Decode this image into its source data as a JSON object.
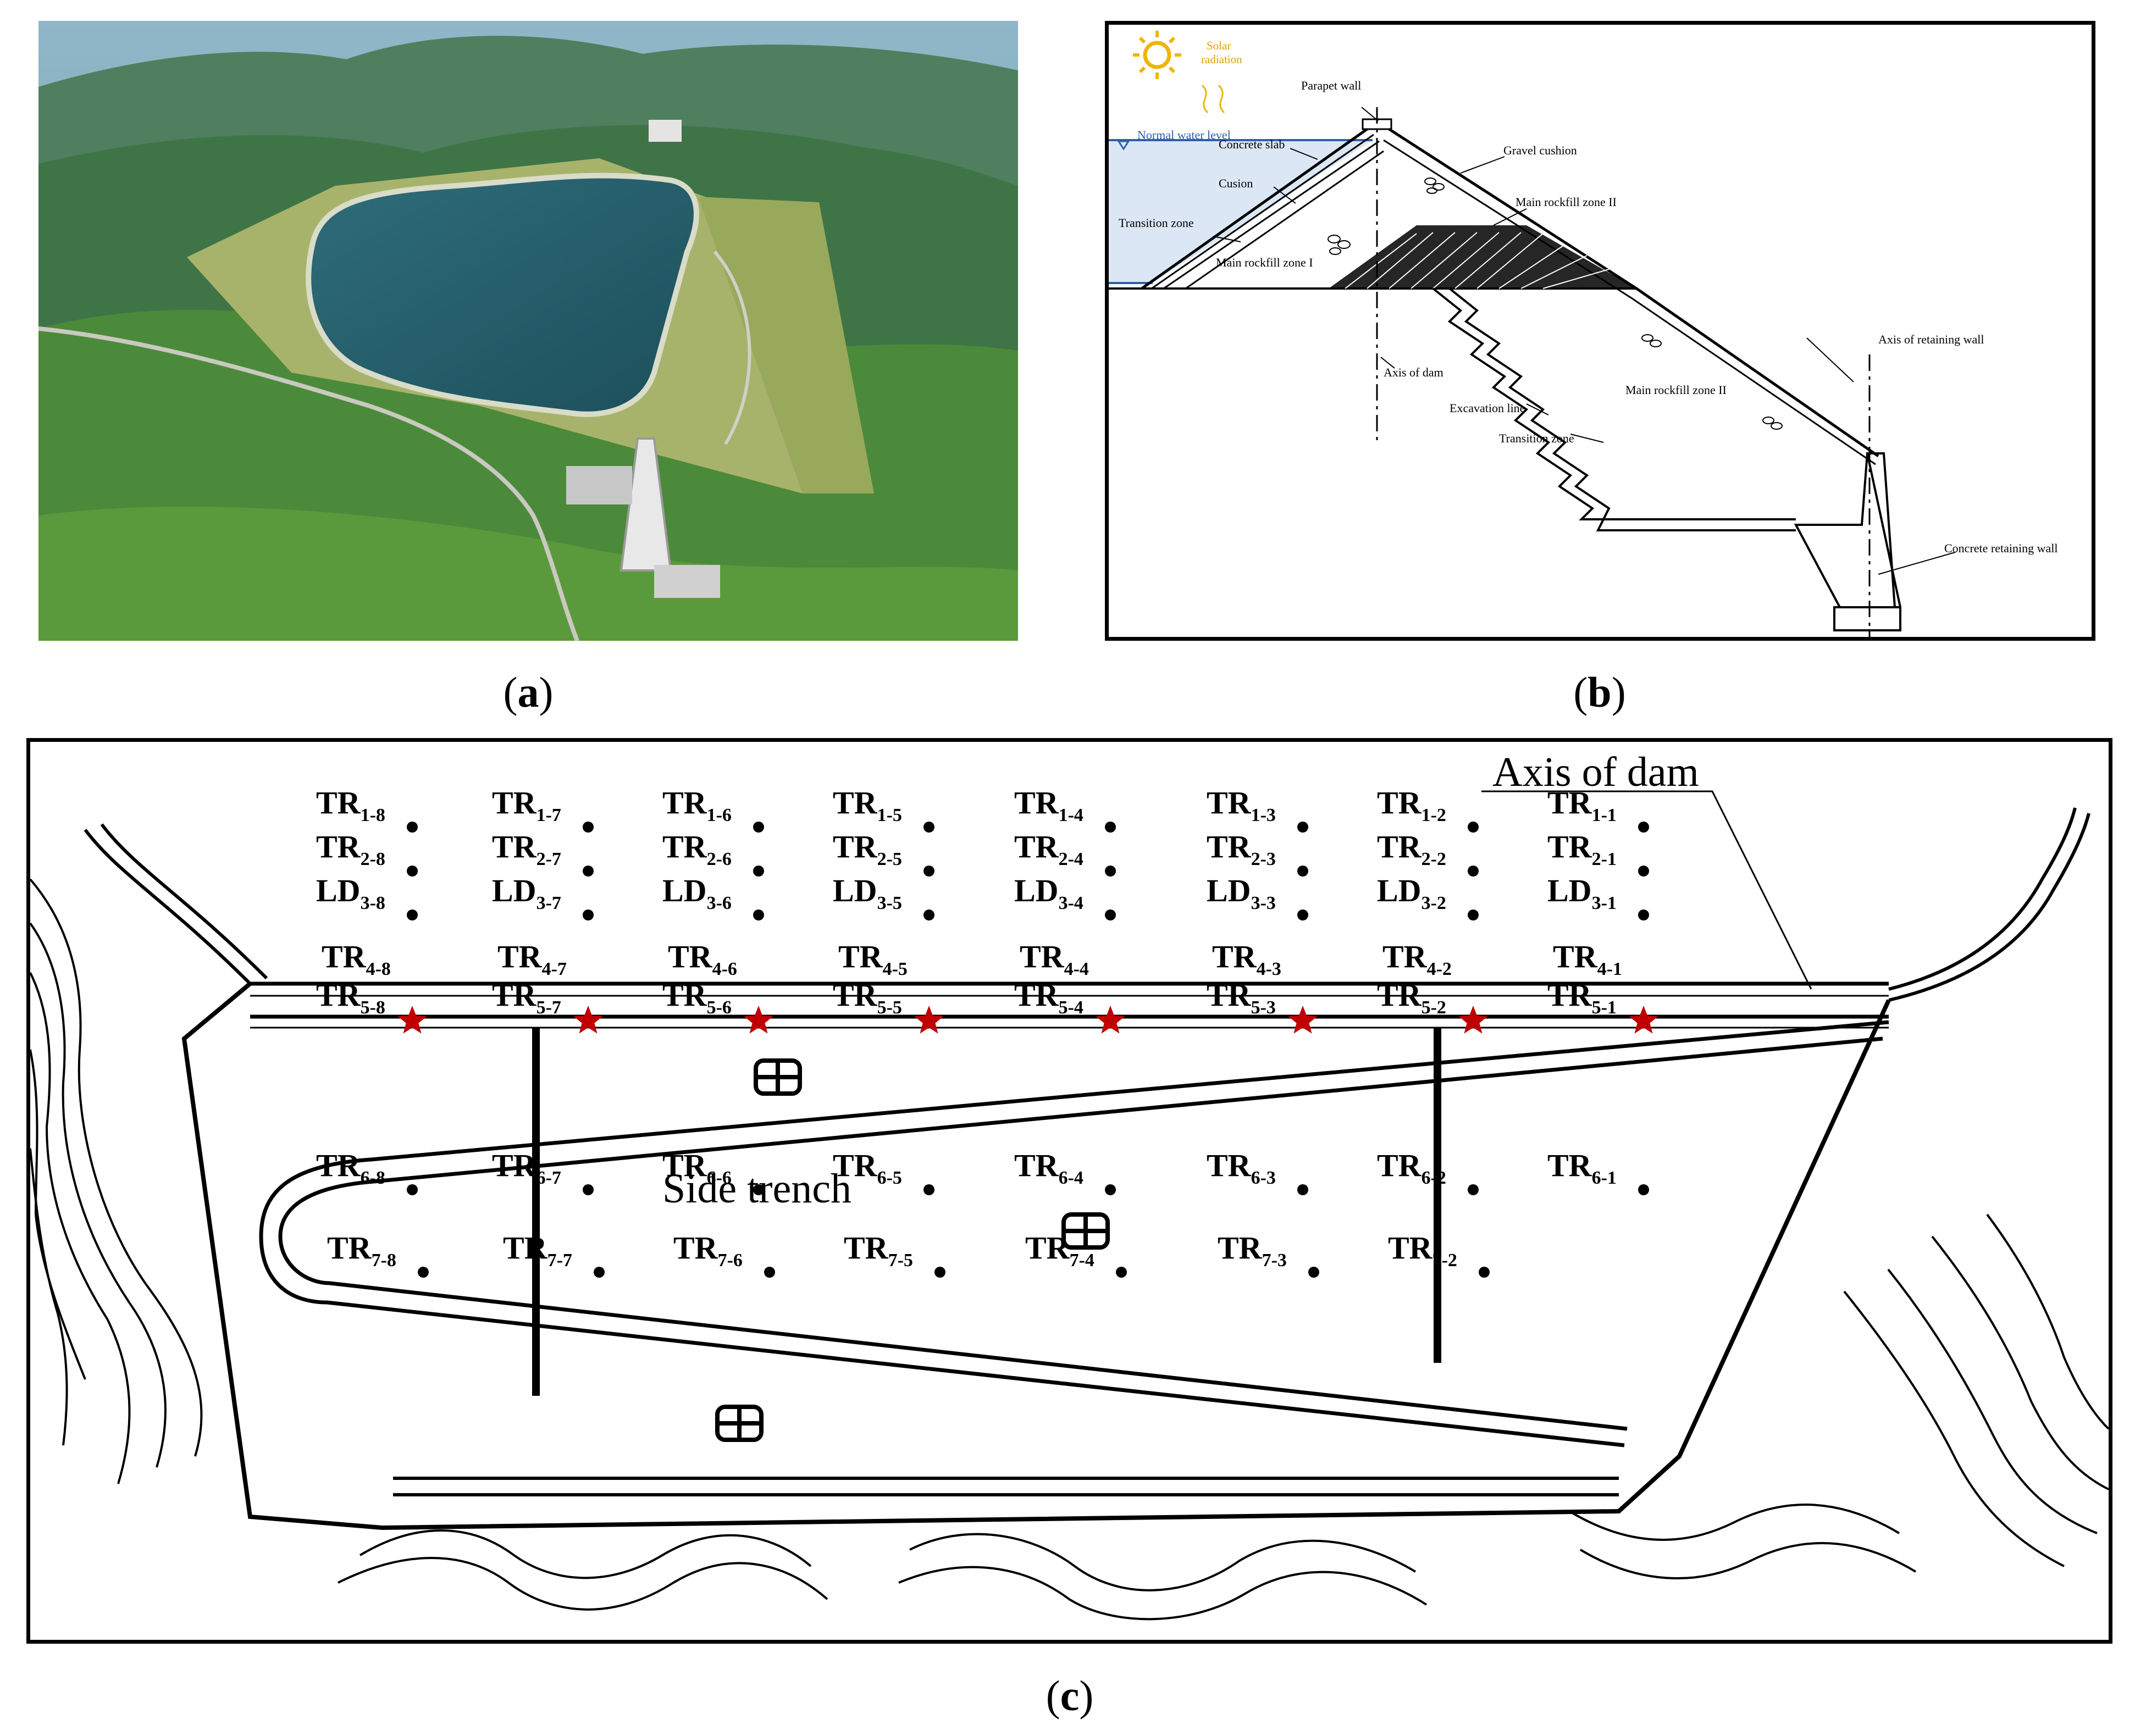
{
  "captions": {
    "a": "a",
    "b": "b",
    "c": "c"
  },
  "section_labels": {
    "solar": "Solar",
    "radiation": "radiation",
    "parapet_wall": "Parapet wall",
    "normal_water_level": "Normal water level",
    "concrete_slab": "Concrete slab",
    "gravel_cushion": "Gravel cushion",
    "cusion": "Cusion",
    "main_rockfill_2_top": "Main rockfill zone II",
    "transition_zone_left": "Transition zone",
    "main_rockfill_1": "Main rockfill zone I",
    "axis_of_retaining_wall": "Axis of retaining wall",
    "axis_of_dam": "Axis of dam",
    "main_rockfill_2_lower": "Main rockfill zone II",
    "excavation_line": "Excavation line",
    "transition_zone_lower": "Transition zone",
    "concrete_retaining_wall": "Concrete retaining wall"
  },
  "plan_labels": {
    "axis_of_dam": "Axis of dam",
    "side_trench": "Side trench"
  },
  "colors": {
    "star": "#c00000",
    "water_fill": "#dce7f5",
    "water_line": "#2f5fa8",
    "sun": "#f0b400"
  },
  "icons": [
    "sun-icon",
    "water-level-triangle-icon",
    "star-icon",
    "rock-icon"
  ],
  "instruments": [
    {
      "p": "TR",
      "s": "1-8"
    },
    {
      "p": "TR",
      "s": "2-8"
    },
    {
      "p": "LD",
      "s": "3-8"
    },
    {
      "p": "TR",
      "s": "4-8"
    },
    {
      "p": "TR",
      "s": "5-8"
    },
    {
      "p": "TR",
      "s": "6-8"
    },
    {
      "p": "TR",
      "s": "7-8"
    },
    {
      "p": "TR",
      "s": "1-7"
    },
    {
      "p": "TR",
      "s": "2-7"
    },
    {
      "p": "LD",
      "s": "3-7"
    },
    {
      "p": "TR",
      "s": "4-7"
    },
    {
      "p": "TR",
      "s": "5-7"
    },
    {
      "p": "TR",
      "s": "6-7"
    },
    {
      "p": "TR",
      "s": "7-7"
    },
    {
      "p": "TR",
      "s": "1-6"
    },
    {
      "p": "TR",
      "s": "2-6"
    },
    {
      "p": "LD",
      "s": "3-6"
    },
    {
      "p": "TR",
      "s": "4-6"
    },
    {
      "p": "TR",
      "s": "5-6"
    },
    {
      "p": "TR",
      "s": "6-6"
    },
    {
      "p": "TR",
      "s": "7-6"
    },
    {
      "p": "TR",
      "s": "1-5"
    },
    {
      "p": "TR",
      "s": "2-5"
    },
    {
      "p": "LD",
      "s": "3-5"
    },
    {
      "p": "TR",
      "s": "4-5"
    },
    {
      "p": "TR",
      "s": "5-5"
    },
    {
      "p": "TR",
      "s": "6-5"
    },
    {
      "p": "TR",
      "s": "7-5"
    },
    {
      "p": "TR",
      "s": "1-4"
    },
    {
      "p": "TR",
      "s": "2-4"
    },
    {
      "p": "LD",
      "s": "3-4"
    },
    {
      "p": "TR",
      "s": "4-4"
    },
    {
      "p": "TR",
      "s": "5-4"
    },
    {
      "p": "TR",
      "s": "6-4"
    },
    {
      "p": "TR",
      "s": "7-4"
    },
    {
      "p": "TR",
      "s": "1-3"
    },
    {
      "p": "TR",
      "s": "2-3"
    },
    {
      "p": "LD",
      "s": "3-3"
    },
    {
      "p": "TR",
      "s": "4-3"
    },
    {
      "p": "TR",
      "s": "5-3"
    },
    {
      "p": "TR",
      "s": "6-3"
    },
    {
      "p": "TR",
      "s": "7-3"
    },
    {
      "p": "TR",
      "s": "1-2"
    },
    {
      "p": "TR",
      "s": "2-2"
    },
    {
      "p": "LD",
      "s": "3-2"
    },
    {
      "p": "TR",
      "s": "4-2"
    },
    {
      "p": "TR",
      "s": "5-2"
    },
    {
      "p": "TR",
      "s": "6-2"
    },
    {
      "p": "TR",
      "s": "7-2"
    },
    {
      "p": "TR",
      "s": "1-1"
    },
    {
      "p": "TR",
      "s": "2-1"
    },
    {
      "p": "LD",
      "s": "3-1"
    },
    {
      "p": "TR",
      "s": "4-1"
    },
    {
      "p": "TR",
      "s": "5-1"
    },
    {
      "p": "TR",
      "s": "6-1"
    }
  ]
}
